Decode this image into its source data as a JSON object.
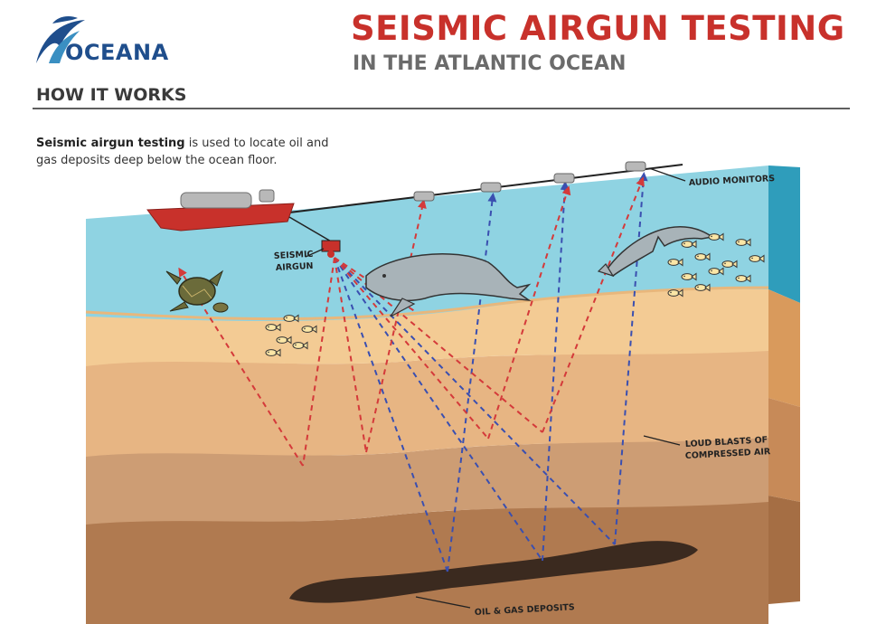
{
  "logo": {
    "text": "OCEANA",
    "icon": "dolphin-swoosh-icon"
  },
  "title": "SEISMIC AIRGUN TESTING",
  "subtitle": "IN THE ATLANTIC OCEAN",
  "section_heading": "HOW IT WORKS",
  "intro": {
    "bold": "Seismic airgun testing",
    "rest": " is used to locate oil and gas deposits deep below the ocean floor."
  },
  "labels": {
    "audio_monitors": "AUDIO MONITORS",
    "airgun_line1": "SEISMIC",
    "airgun_line2": "AIRGUN",
    "blasts_line1": "LOUD BLASTS OF",
    "blasts_line2": "COMPRESSED AIR",
    "deposits": "OIL & GAS DEPOSITS"
  },
  "colors": {
    "title_red": "#c8312b",
    "logo_blue": "#1f4e8c",
    "water": "#8fd3e2",
    "ship": "#c8312b",
    "ray_red": "#d43a3a",
    "ray_blue": "#3a4fb0",
    "deposit": "#3b2a1f"
  }
}
